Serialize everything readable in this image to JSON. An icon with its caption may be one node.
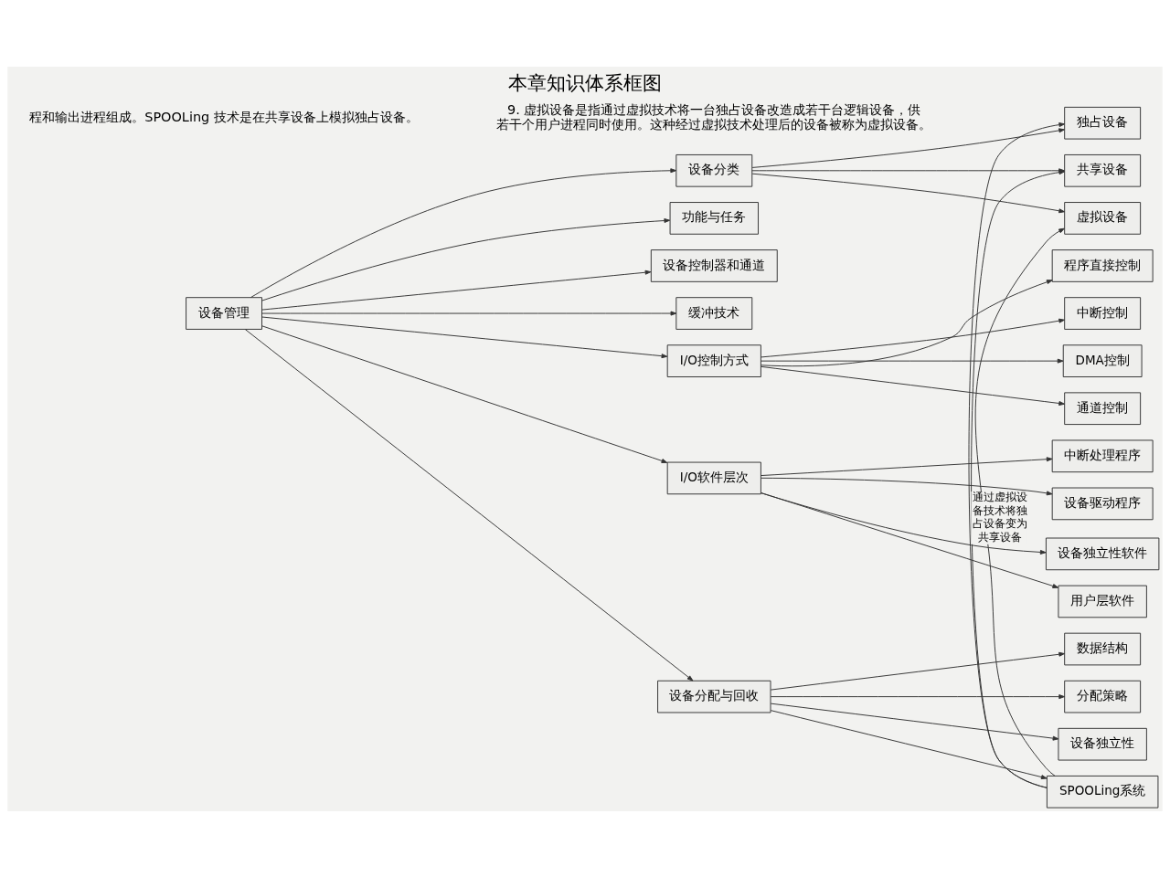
{
  "diagram": {
    "title": "本章知识体系框图",
    "nodes": [
      {
        "text": [
          "设备管理"
        ]
      },
      {
        "text": [
          "设备分类"
        ]
      },
      {
        "text": [
          "功能与任务"
        ]
      },
      {
        "text": [
          "设备控制器和通道"
        ]
      },
      {
        "text": [
          "缓冲技术"
        ]
      },
      {
        "text": [
          "I/O控制方式"
        ]
      },
      {
        "text": [
          "I/O软件层次"
        ]
      },
      {
        "text": [
          "设备分配与回收"
        ]
      },
      {
        "text": [
          "独占设备"
        ]
      },
      {
        "text": [
          "共享设备"
        ]
      },
      {
        "text": [
          "虚拟设备"
        ]
      },
      {
        "text": [
          "数据结构"
        ]
      },
      {
        "text": [
          "分配策略"
        ]
      },
      {
        "text": [
          "设备独立性"
        ]
      },
      {
        "text": [
          "SPOOLing系统"
        ]
      },
      {
        "text": [
          "程序直接控制"
        ]
      },
      {
        "text": [
          "中断控制"
        ]
      },
      {
        "text": [
          "DMA控制"
        ]
      },
      {
        "text": [
          "通道控制"
        ]
      },
      {
        "text": [
          "中断处理程序"
        ]
      },
      {
        "text": [
          "设备驱动程序"
        ]
      },
      {
        "text": [
          "设备独立性软件"
        ]
      },
      {
        "text": [
          "用户层软件"
        ]
      }
    ],
    "edges": [
      {
        "from": 0,
        "to": 1,
        "arrow": "to"
      },
      {
        "from": 0,
        "to": 2,
        "arrow": "to"
      },
      {
        "from": 0,
        "to": 3,
        "arrow": "to"
      },
      {
        "from": 0,
        "to": 4,
        "arrow": "to"
      },
      {
        "from": 0,
        "to": 5,
        "arrow": "to"
      },
      {
        "from": 0,
        "to": 6,
        "arrow": "to"
      },
      {
        "from": 0,
        "to": 7,
        "arrow": "to"
      },
      {
        "from": 1,
        "to": 8,
        "arrow": "to"
      },
      {
        "from": 1,
        "to": 9,
        "arrow": "to"
      },
      {
        "from": 1,
        "to": 10,
        "arrow": "to"
      },
      {
        "from": 7,
        "to": 11,
        "arrow": "to"
      },
      {
        "from": 7,
        "to": 12,
        "arrow": "to"
      },
      {
        "from": 7,
        "to": 13,
        "arrow": "to"
      },
      {
        "from": 7,
        "to": 14,
        "arrow": "to"
      },
      {
        "from": 14,
        "to": 8,
        "arrow": "to"
      },
      {
        "from": 14,
        "to": 9,
        "arrow": "to"
      },
      {
        "from": 14,
        "to": 10,
        "arrow": "to",
        "label": "通过虚拟设备技术将独占设备变为共享设备"
      },
      {
        "from": 5,
        "to": 15,
        "arrow": "to"
      },
      {
        "from": 5,
        "to": 16,
        "arrow": "to"
      },
      {
        "from": 5,
        "to": 17,
        "arrow": "to"
      },
      {
        "from": 5,
        "to": 18,
        "arrow": "to"
      },
      {
        "from": 6,
        "to": 19,
        "arrow": "to"
      },
      {
        "from": 6,
        "to": 20,
        "arrow": "to"
      },
      {
        "from": 6,
        "to": 21,
        "arrow": "to"
      },
      {
        "from": 6,
        "to": 22,
        "arrow": "to"
      }
    ],
    "labels": [
      "程和输出进程组成。SPOOLing 技术是在共享设备上模拟独占设备。",
      "9. 虚拟设备是指通过虚拟技术将一台独占设备改造成若干台逻辑设备，供若干个用户进程同时使用。这种经过虚拟技术处理后的设备被称为虚拟设备。"
    ]
  }
}
